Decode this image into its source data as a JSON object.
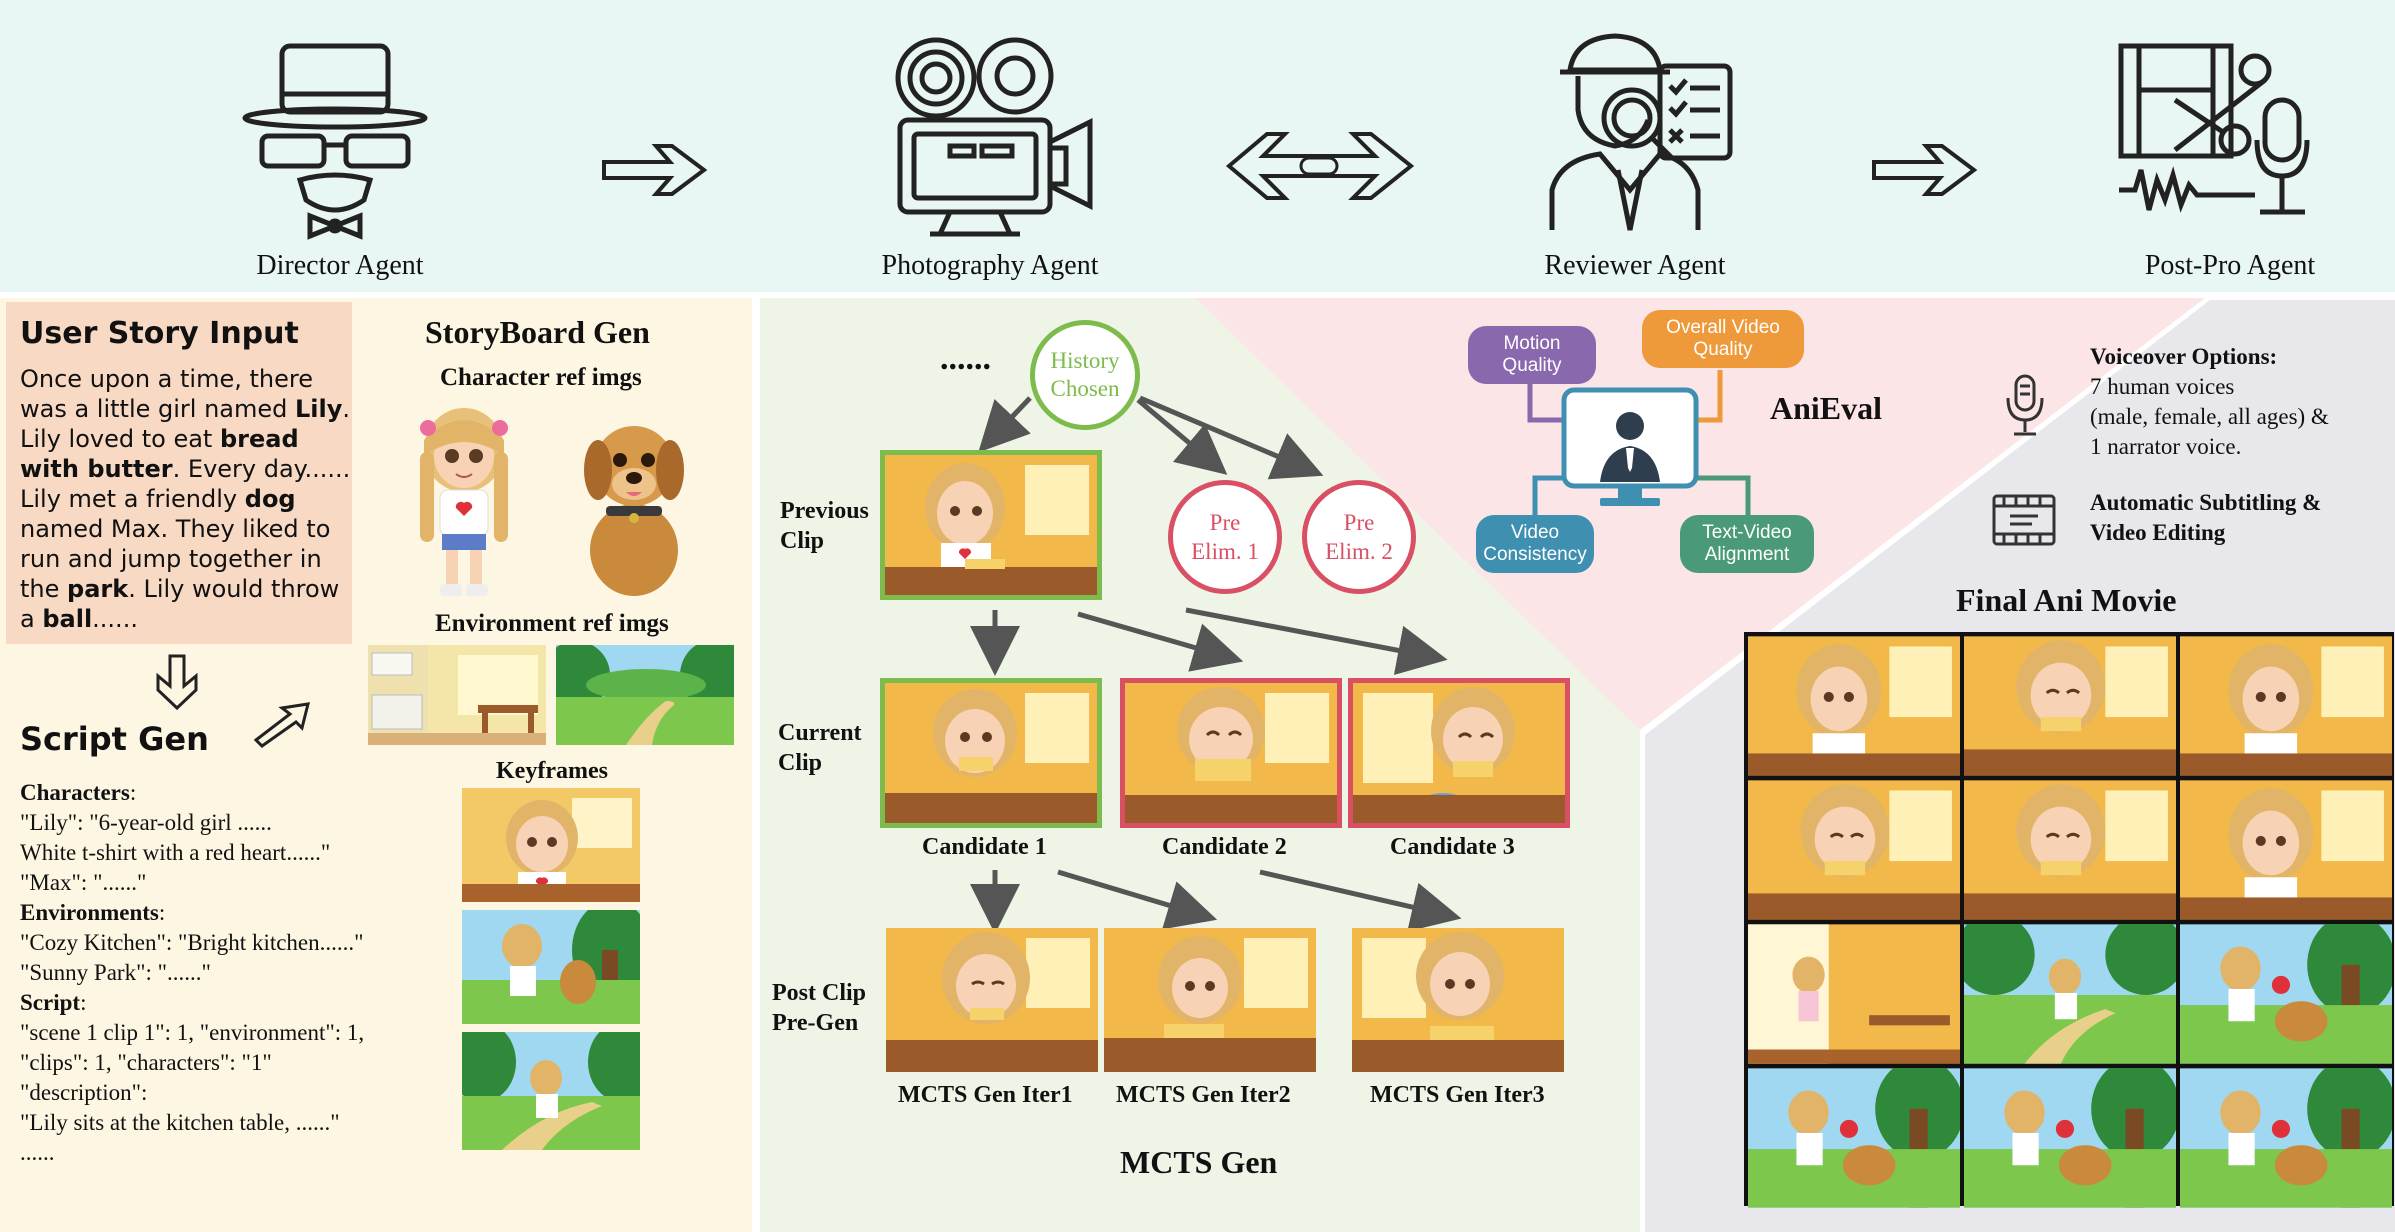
{
  "agents": {
    "director": "Director Agent",
    "photography": "Photography Agent",
    "reviewer": "Reviewer Agent",
    "postpro": "Post-Pro Agent"
  },
  "user_story": {
    "title": "User Story Input",
    "lines": [
      [
        {
          "t": "Once upon a time, there",
          "b": false
        }
      ],
      [
        {
          "t": "was a little girl named ",
          "b": false
        },
        {
          "t": "Lily",
          "b": true
        },
        {
          "t": ".",
          "b": false
        }
      ],
      [
        {
          "t": "Lily loved to eat ",
          "b": false
        },
        {
          "t": "bread",
          "b": true
        }
      ],
      [
        {
          "t": "with butter",
          "b": true
        },
        {
          "t": ". Every day......",
          "b": false
        }
      ],
      [
        {
          "t": "Lily met a friendly ",
          "b": false
        },
        {
          "t": "dog",
          "b": true
        }
      ],
      [
        {
          "t": "named Max. They liked to",
          "b": false
        }
      ],
      [
        {
          "t": "run and jump together in",
          "b": false
        }
      ],
      [
        {
          "t": "the ",
          "b": false
        },
        {
          "t": "park",
          "b": true
        },
        {
          "t": ". Lily would throw",
          "b": false
        }
      ],
      [
        {
          "t": "a ",
          "b": false
        },
        {
          "t": "ball",
          "b": true
        },
        {
          "t": "......",
          "b": false
        }
      ]
    ]
  },
  "storyboard": {
    "title": "StoryBoard Gen",
    "character_ref": "Character ref imgs",
    "environment_ref": "Environment ref imgs",
    "keyframes": "Keyframes"
  },
  "script_gen": {
    "title": "Script Gen",
    "lines": [
      {
        "t": "Characters",
        "b": true,
        "suffix": ":"
      },
      {
        "t": "\"Lily\": \"6-year-old girl ......",
        "b": false
      },
      {
        "t": "White t-shirt with a red heart......\"",
        "b": false
      },
      {
        "t": "\"Max\": \"......\"",
        "b": false
      },
      {
        "t": "Environments",
        "b": true,
        "suffix": ":"
      },
      {
        "t": "\"Cozy Kitchen\": \"Bright kitchen......\"",
        "b": false
      },
      {
        "t": "\"Sunny Park\": \"......\"",
        "b": false
      },
      {
        "t": "Script",
        "b": true,
        "suffix": ":"
      },
      {
        "t": "\"scene 1 clip 1\": 1, \"environment\": 1,",
        "b": false
      },
      {
        "t": "\"clips\": 1, \"characters\": \"1\"",
        "b": false
      },
      {
        "t": "\"description\":",
        "b": false
      },
      {
        "t": "\"Lily sits at the kitchen table, ......\"",
        "b": false
      },
      {
        "t": "......",
        "b": false
      }
    ]
  },
  "mcts": {
    "ellipsis": "......",
    "history_chosen": "History\nChosen",
    "pre_elim_1": "Pre\nElim. 1",
    "pre_elim_2": "Pre\nElim. 2",
    "previous_clip": "Previous\nClip",
    "current_clip": "Current\nClip",
    "post_clip": "Post Clip\nPre-Gen",
    "candidate_1": "Candidate 1",
    "candidate_2": "Candidate 2",
    "candidate_3": "Candidate 3",
    "iter_1": "MCTS Gen Iter1",
    "iter_2": "MCTS Gen Iter2",
    "iter_3": "MCTS Gen Iter3",
    "title": "MCTS Gen"
  },
  "anieval": {
    "title": "AniEval",
    "motion_quality": "Motion\nQuality",
    "overall_video_quality": "Overall Video\nQuality",
    "video_consistency": "Video\nConsistency",
    "text_video_alignment": "Text-Video\nAlignment",
    "colors": {
      "motion": "#8a68ad",
      "overall": "#ef9a3a",
      "consistency": "#3f8fb0",
      "alignment": "#4a9a7a"
    }
  },
  "postpro": {
    "voiceover_title": "Voiceover Options:",
    "voiceover_lines": [
      "7 human voices",
      "(male, female, all ages) &",
      "1 narrator voice."
    ],
    "subtitle_lines": [
      "Automatic Subtitling &",
      "Video Editing"
    ],
    "final_title": "Final Ani Movie"
  },
  "colors": {
    "top_band": "#e8f6f4",
    "story_bg": "#f7d9c4",
    "left_panel": "#fdf6e3",
    "middle_panel": "#eef5e6",
    "pink_panel": "#fbe5e7",
    "right_panel": "#e8e8ec",
    "green": "#7dbb4c",
    "red": "#d94f64"
  }
}
